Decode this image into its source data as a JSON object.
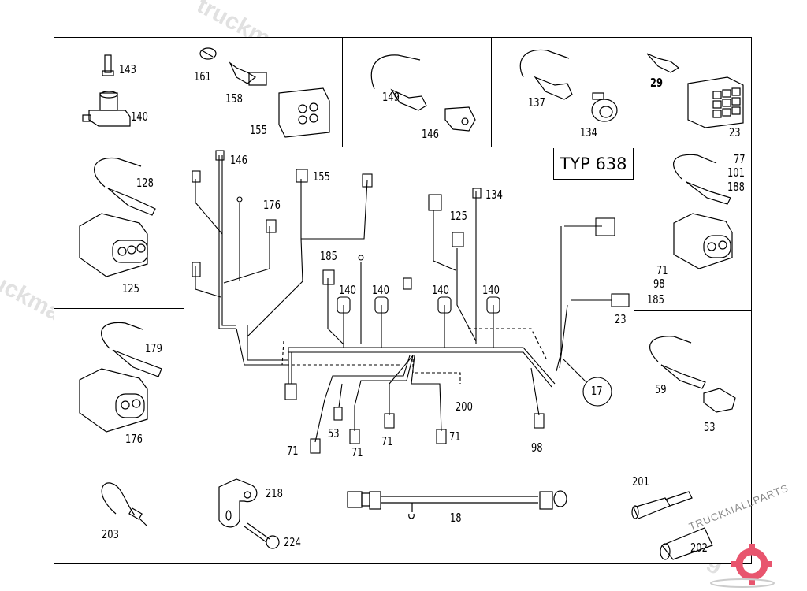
{
  "title": "TYP 638",
  "watermark": {
    "text1": "truckmall.ru epc catalog",
    "text2": "truckmall.ru epc catalog",
    "logo": "TRUCKMALLPARTS",
    "logo_color": "#e8556e"
  },
  "cells": {
    "top_1": {
      "labels": [
        "143",
        "140"
      ]
    },
    "top_2": {
      "labels": [
        "161",
        "158",
        "155"
      ]
    },
    "top_3": {
      "labels": [
        "149",
        "146"
      ]
    },
    "top_4": {
      "labels": [
        "137",
        "134"
      ]
    },
    "top_5": {
      "labels": [
        "29",
        "23"
      ]
    },
    "left_1": {
      "labels": [
        "128",
        "125"
      ]
    },
    "left_2": {
      "labels": [
        "179",
        "176"
      ]
    },
    "right_1": {
      "labels": [
        "77",
        "101",
        "188",
        "71",
        "98",
        "185"
      ]
    },
    "right_2": {
      "labels": [
        "59",
        "53"
      ]
    },
    "bottom_1": {
      "labels": [
        "203"
      ]
    },
    "bottom_2": {
      "labels": [
        "218",
        "224"
      ]
    },
    "bottom_3": {
      "labels": [
        "18"
      ]
    },
    "bottom_4": {
      "labels": [
        "201",
        "202"
      ]
    }
  },
  "harness": {
    "labels": [
      "146",
      "155",
      "176",
      "134",
      "125",
      "185",
      "140",
      "140",
      "140",
      "140",
      "23",
      "17",
      "200",
      "53",
      "71",
      "71",
      "71",
      "71",
      "98"
    ]
  }
}
